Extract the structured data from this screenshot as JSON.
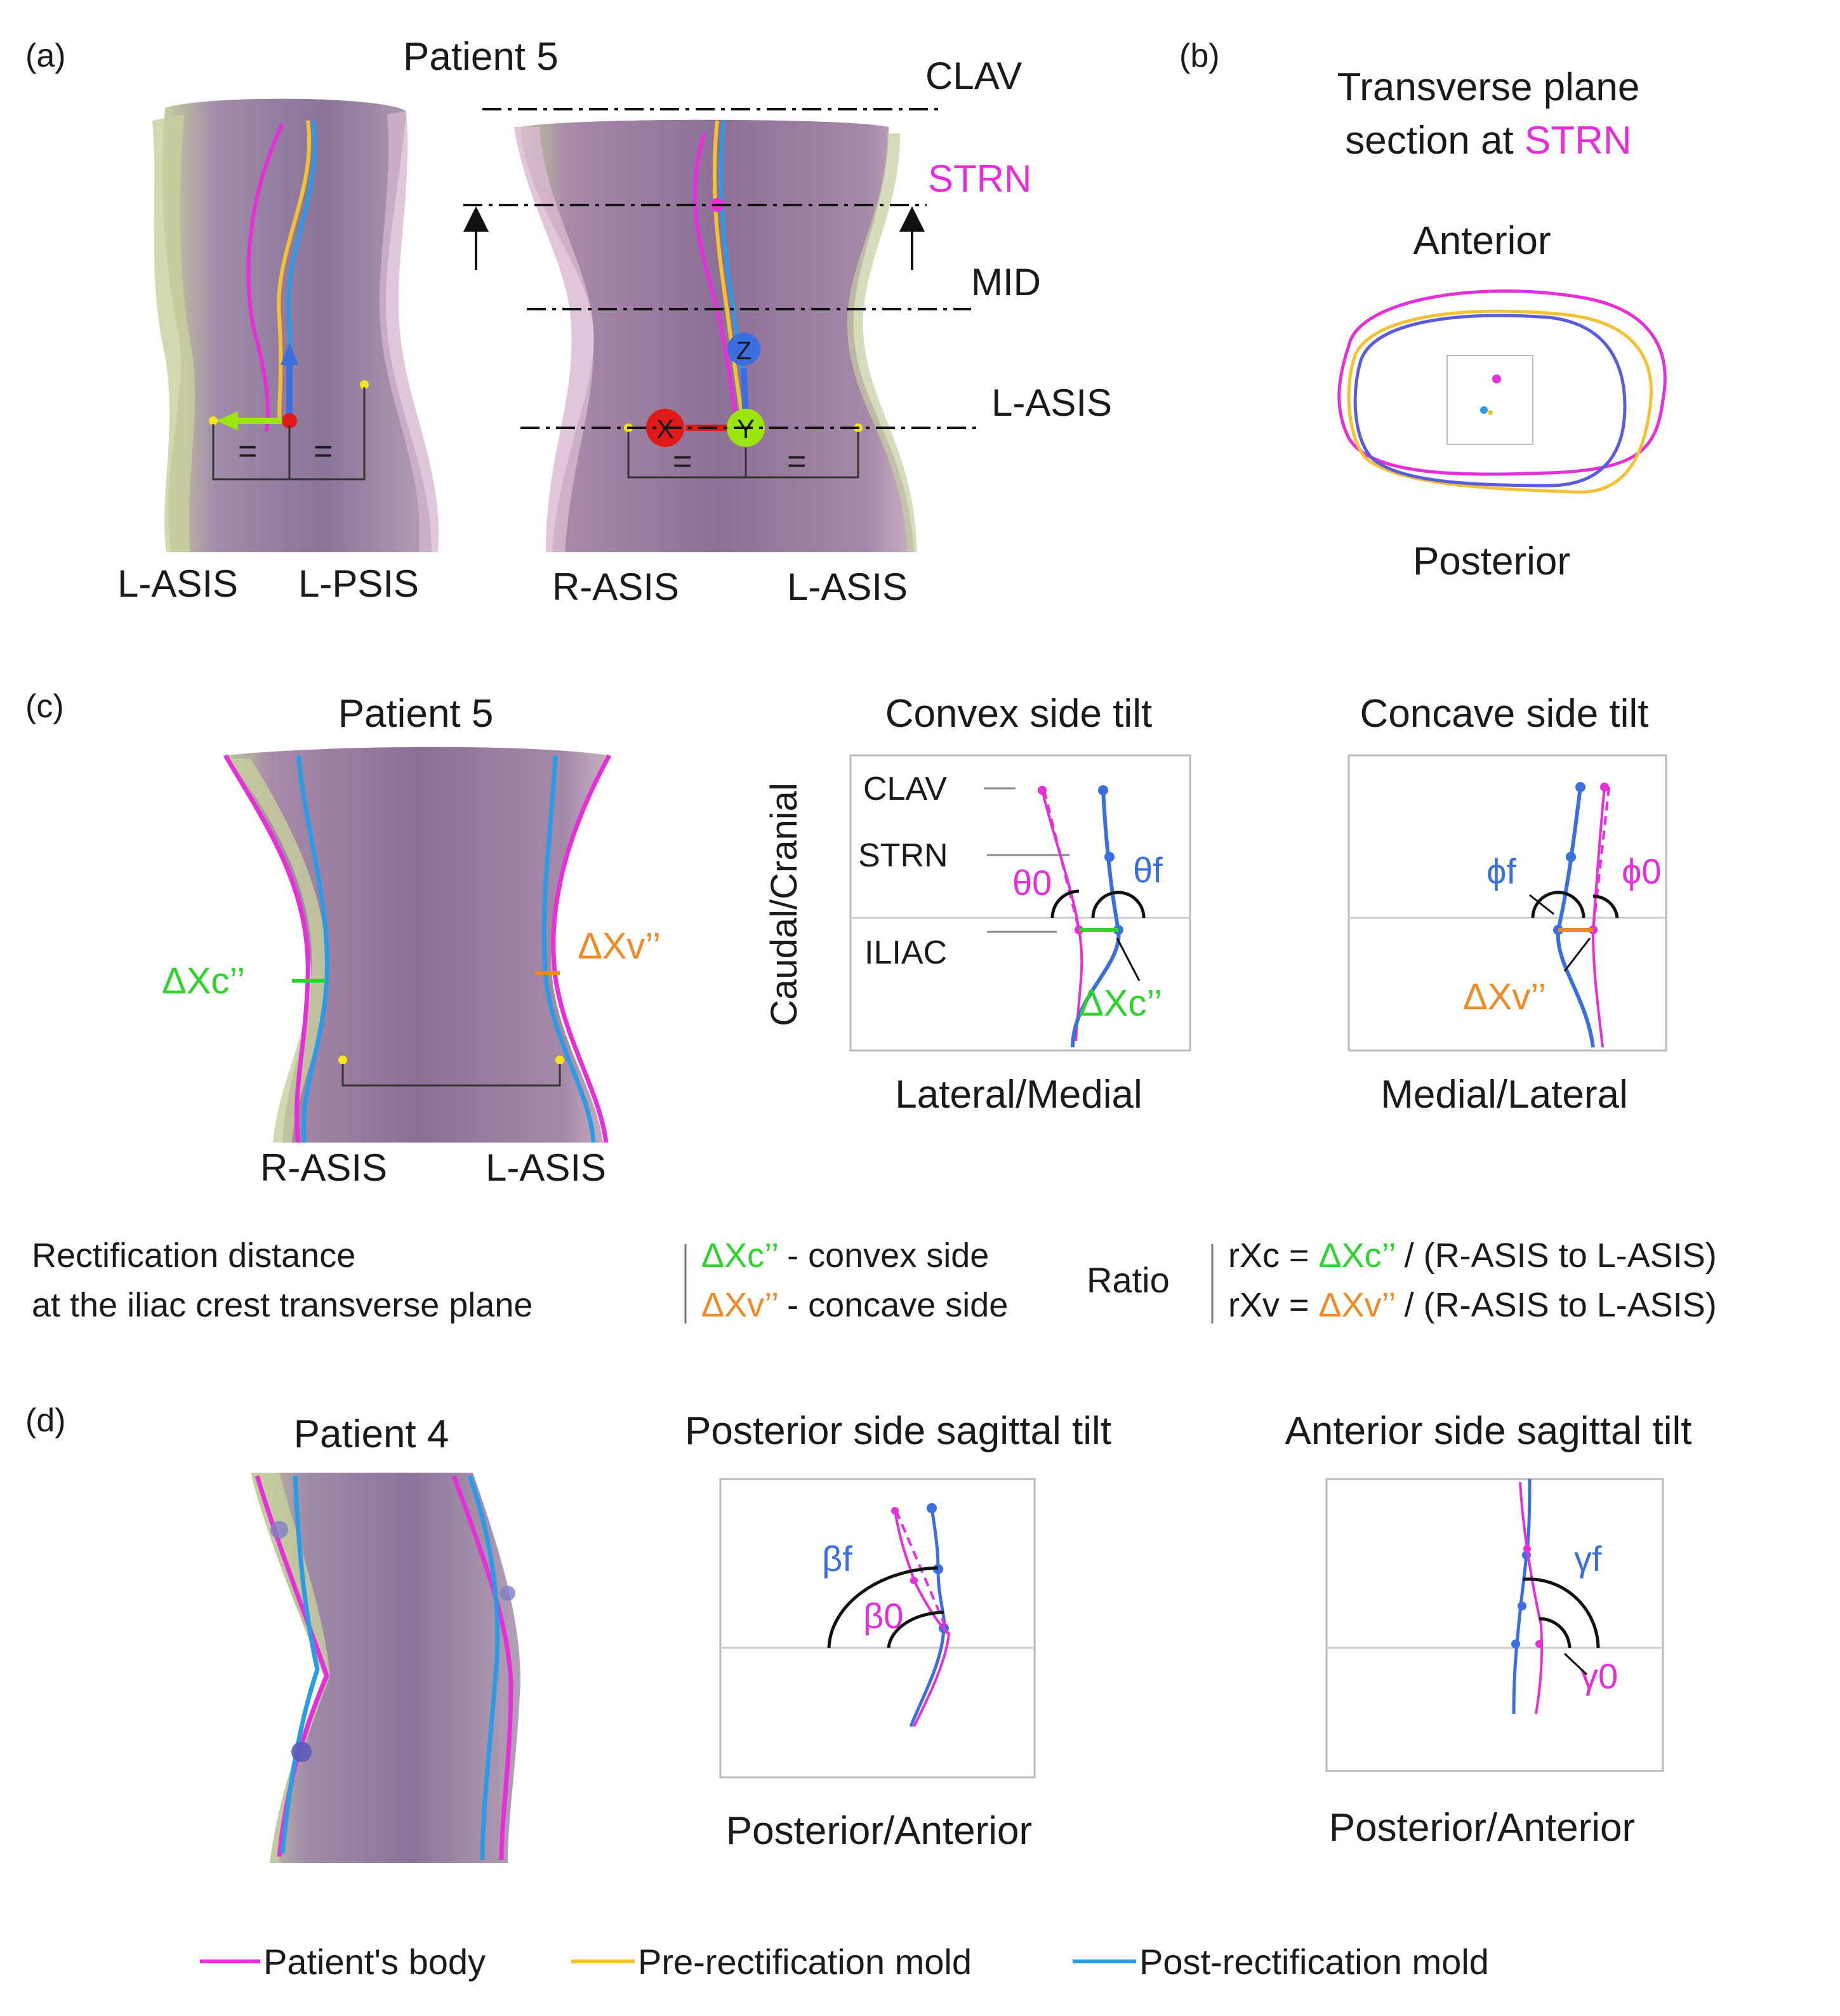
{
  "colors": {
    "body": "#e62ed9",
    "pre": "#f2c233",
    "post": "#2b9be6",
    "post_dark": "#3b6fe0",
    "convex": "#2ed32e",
    "concave": "#f08a24",
    "x_axis": "#e01919",
    "y_axis": "#9be60e",
    "z_axis": "#3b6fe0",
    "landmark": "#f5e61a"
  },
  "panel_a": {
    "tag": "(a)",
    "title": "Patient 5",
    "levels": {
      "clav": "CLAV",
      "strn": "STRN",
      "mid": "MID",
      "lasis": "L-ASIS"
    },
    "eq": "=",
    "axes": {
      "x": "X",
      "y": "Y",
      "z": "Z"
    },
    "side_labels": [
      "L-ASIS",
      "L-PSIS"
    ],
    "front_labels": [
      "R-ASIS",
      "L-ASIS"
    ]
  },
  "panel_b": {
    "tag": "(b)",
    "title_line1": "Transverse plane",
    "title_line2_prefix": "section at ",
    "title_line2_highlight": "STRN",
    "top": "Anterior",
    "bottom": "Posterior"
  },
  "panel_c": {
    "tag": "(c)",
    "title": "Patient 5",
    "dxc": "ΔXc’’",
    "dxv": "ΔXv’’",
    "labels": [
      "R-ASIS",
      "L-ASIS"
    ],
    "convex": {
      "title": "Convex side tilt",
      "ylabel": "Caudal/Cranial",
      "xlabel": "Lateral/Medial",
      "levels": [
        "CLAV",
        "STRN",
        "ILIAC"
      ],
      "theta0": "θ0",
      "thetaf": "θf"
    },
    "concave": {
      "title": "Concave side tilt",
      "xlabel": "Medial/Lateral",
      "phif": "ϕf",
      "phi0": "ϕ0"
    },
    "legend": {
      "line1": "Rectification distance",
      "line2": "at the iliac crest transverse plane",
      "convex_label": "ΔXc’’",
      "convex_text": " - convex side",
      "concave_label": "ΔXv’’",
      "concave_text": " - concave side",
      "ratio": "Ratio",
      "rxc_prefix": "rXc = ",
      "rxc_term": "ΔXc’’",
      "rxc_suffix": " / (R-ASIS to L-ASIS)",
      "rxv_prefix": "rXv = ",
      "rxv_term": "ΔXv’’",
      "rxv_suffix": " / (R-ASIS to L-ASIS)"
    }
  },
  "panel_d": {
    "tag": "(d)",
    "title": "Patient 4",
    "posterior": {
      "title": "Posterior side sagittal tilt",
      "xlabel": "Posterior/Anterior",
      "betaf": "βf",
      "beta0": "β0"
    },
    "anterior": {
      "title": "Anterior side sagittal tilt",
      "xlabel": "Posterior/Anterior",
      "gammaf": "γf",
      "gamma0": "γ0"
    }
  },
  "legend": {
    "body": "Patient's body",
    "pre": "Pre-rectification mold",
    "post": "Post-rectification mold"
  }
}
